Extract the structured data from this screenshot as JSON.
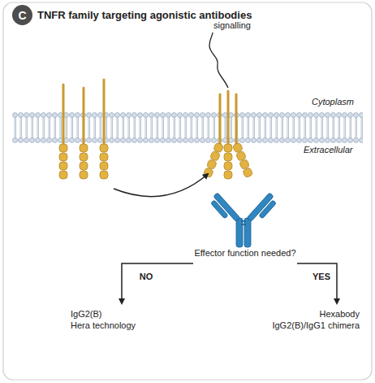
{
  "diagram": {
    "title": "TNFR family targeting agonistic antibodies",
    "nodes": [
      {
        "text": [
          "C"
        ]
      }
    ],
    "labels": [
      "signalling",
      "Cytoplasm",
      "Extracellular",
      "Effector function needed?",
      "NO",
      "YES",
      "IgG2(B)",
      "Hera technology",
      "Hexabody",
      "IgG2(B)/IgG1 chimera"
    ]
  }
}
